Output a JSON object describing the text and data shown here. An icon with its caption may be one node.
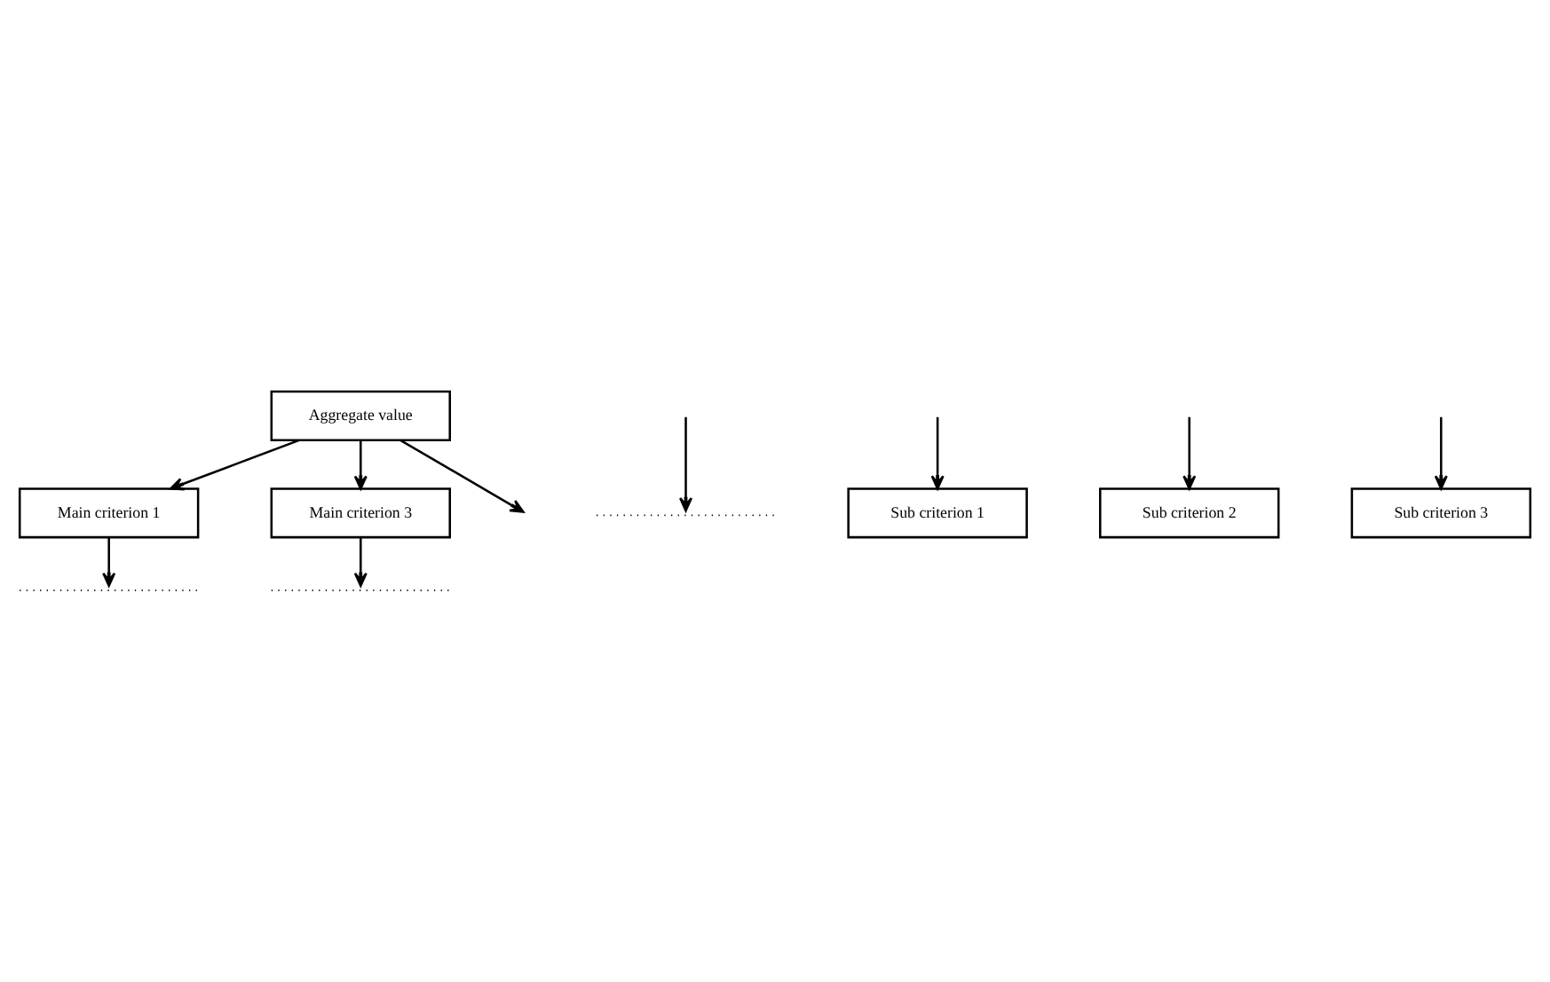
{
  "diagram": {
    "nodes": [
      {
        "text": [
          "Aggregate value"
        ]
      },
      {
        "text": [
          "Main criterion 1"
        ]
      },
      {
        "text": [
          "Main criterion 3"
        ]
      },
      {
        "text": [],
        "shape": "line"
      },
      {
        "text": [],
        "shape": "line"
      },
      {
        "text": [],
        "shape": "line"
      },
      {
        "text": [
          "Sub criterion 1"
        ]
      },
      {
        "text": [
          "Sub criterion 2"
        ]
      },
      {
        "text": [
          "Sub criterion 3"
        ]
      }
    ],
    "edges": [
      {
        "from": 0,
        "to": 1,
        "arrow": "to"
      },
      {
        "from": 0,
        "to": null,
        "arrow": "to"
      },
      {
        "from": 0,
        "to": 2,
        "arrow": "to"
      },
      {
        "from": 1,
        "to": 3,
        "arrow": "to"
      },
      {
        "from": null,
        "to": 4,
        "arrow": "to"
      },
      {
        "from": 2,
        "to": 5,
        "arrow": "to"
      },
      {
        "from": null,
        "to": 6,
        "arrow": "to"
      },
      {
        "from": null,
        "to": 7,
        "arrow": "to"
      },
      {
        "from": null,
        "to": 8,
        "arrow": "to"
      }
    ]
  }
}
